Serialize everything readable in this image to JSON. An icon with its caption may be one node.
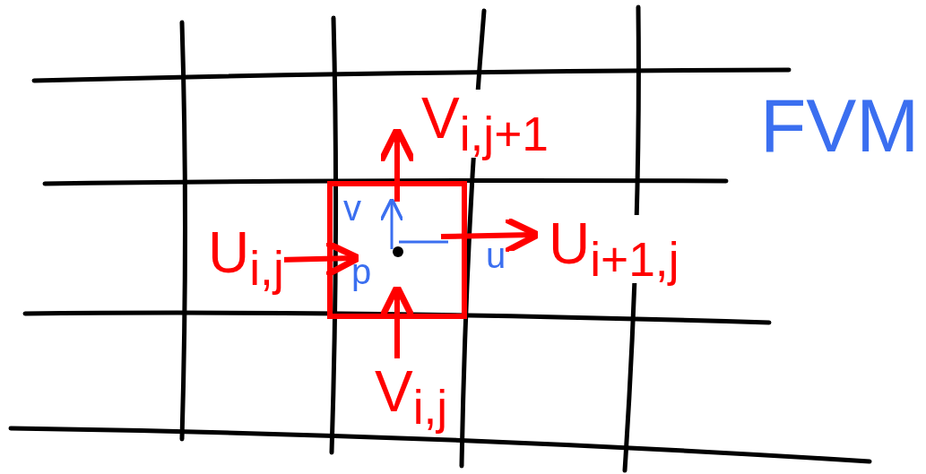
{
  "diagram": {
    "title": "FVM",
    "labels": [
      "V$_{i,j+1}$",
      "v",
      "U$_{i,j}$",
      "p",
      "u",
      "U$_{i+1,j}$",
      "V$_{i,j}$"
    ]
  }
}
